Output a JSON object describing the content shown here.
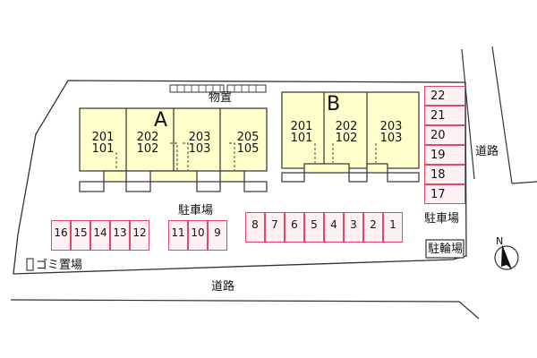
{
  "map": {
    "storage_label": "物置",
    "road_label_bottom": "道路",
    "road_label_right": "道路",
    "parking_label_center": "駐車場",
    "parking_label_right": "駐車場",
    "bicycle_parking_label": "駐輪場",
    "garbage_label": "ゴミ置場",
    "north_label": "N"
  },
  "buildings": [
    {
      "name": "A",
      "units": [
        {
          "top": "201",
          "bottom": "101"
        },
        {
          "top": "202",
          "bottom": "102"
        },
        {
          "top": "203",
          "bottom": "103"
        },
        {
          "top": "205",
          "bottom": "105"
        }
      ]
    },
    {
      "name": "B",
      "units": [
        {
          "top": "201",
          "bottom": "101"
        },
        {
          "top": "202",
          "bottom": "102"
        },
        {
          "top": "203",
          "bottom": "103"
        }
      ]
    }
  ],
  "parking": {
    "left_group": [
      "16",
      "15",
      "14",
      "13",
      "12"
    ],
    "middle_group": [
      "11",
      "10",
      "9"
    ],
    "right_group": [
      "8",
      "7",
      "6",
      "5",
      "4",
      "3",
      "2",
      "1"
    ],
    "right_column": [
      "22",
      "21",
      "20",
      "19",
      "18",
      "17"
    ]
  },
  "colors": {
    "building_fill": "#ffffcc",
    "lot_fill": "#ffffff",
    "parking_border": "#e0476a",
    "parking_fill": "#fff0f3"
  }
}
